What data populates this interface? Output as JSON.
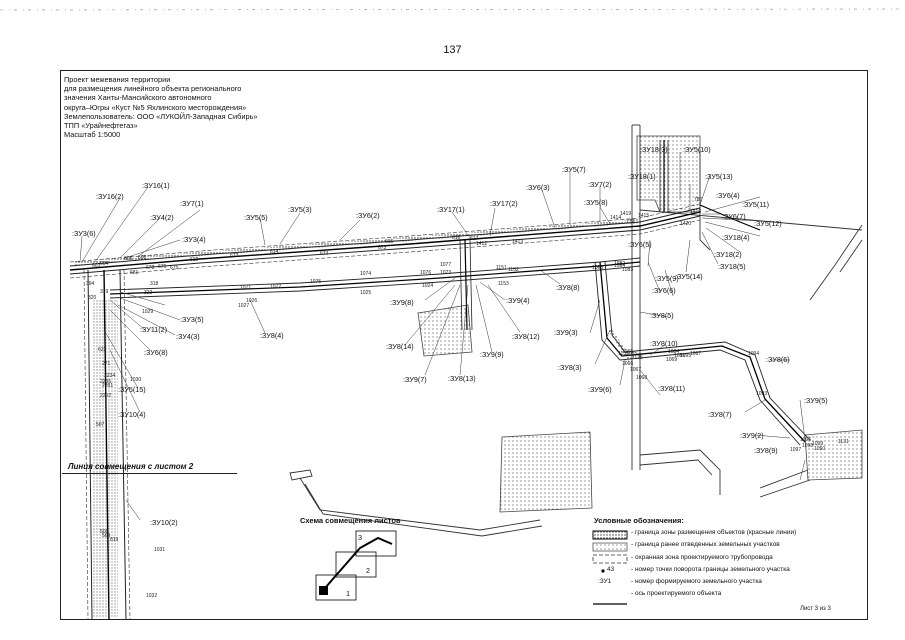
{
  "page_number": "137",
  "title_lines": [
    "Проект межевания территории",
    "для размещения линейного объекта регионального",
    "значения Ханты-Мансийского автономного",
    "округа–Югры «Куст №5 Яхлинского месторождения»",
    "Землепользователь: ООО «ЛУКОЙЛ-Западная Сибирь»",
    "ТПП «Урайнефтегаз»",
    "Масштаб 1:5000"
  ],
  "parcel_labels": [
    ":ЗУ16(1)",
    ":ЗУ16(2)",
    ":ЗУ3(6)",
    ":ЗУ4(2)",
    ":ЗУ7(1)",
    ":ЗУ3(4)",
    ":ЗУ5(5)",
    ":ЗУ5(3)",
    ":ЗУ6(2)",
    ":ЗУ17(1)",
    ":ЗУ17(2)",
    ":ЗУ6(3)",
    ":ЗУ5(7)",
    ":ЗУ7(2)",
    ":ЗУ5(8)",
    ":ЗУ18(3)",
    ":ЗУ18(1)",
    ":ЗУ5(10)",
    ":ЗУ5(13)",
    ":ЗУ6(4)",
    ":ЗУ5(11)",
    ":ЗУ6(7)",
    ":ЗУ5(12)",
    ":ЗУ18(4)",
    ":ЗУ18(2)",
    ":ЗУ18(5)",
    ":ЗУ5(14)",
    ":ЗУ6(5)",
    ":ЗУ6(6)",
    ":ЗУ5(9)",
    ":ЗУ8(8)",
    ":ЗУ9(4)",
    ":ЗУ8(12)",
    ":ЗУ9(3)",
    ":ЗУ8(5)",
    ":ЗУ8(3)",
    ":ЗУ9(6)",
    ":ЗУ8(10)",
    ":ЗУ8(11)",
    ":ЗУ8(6)",
    ":ЗУ8(7)",
    ":ЗУ9(2)",
    ":ЗУ9(5)",
    ":ЗУ8(9)",
    ":ЗУ9(8)",
    ":ЗУ8(14)",
    ":ЗУ9(7)",
    ":ЗУ8(13)",
    ":ЗУ9(9)",
    ":ЗУ8(4)",
    ":ЗУ3(5)",
    ":ЗУ4(3)",
    ":ЗУ11(2)",
    ":ЗУ6(8)",
    ":ЗУ5(15)",
    ":ЗУ10(4)",
    ":ЗУ10(2)"
  ],
  "point_numbers": [
    "603",
    "604",
    "605",
    "606",
    "678",
    "676",
    "675",
    "681",
    "612",
    "613",
    "614",
    "615",
    "673",
    "674",
    "616",
    "617",
    "1412",
    "1413",
    "1414",
    "1415",
    "1416",
    "1419",
    "1420",
    "779",
    "780",
    "1074",
    "1076",
    "1073",
    "1077",
    "1071",
    "1072",
    "1075",
    "1024",
    "1025",
    "1026",
    "1027",
    "1029",
    "1030",
    "1031",
    "1032",
    "1050",
    "1063",
    "1064",
    "1065",
    "1066",
    "1067",
    "1068",
    "1069",
    "1082",
    "1083",
    "1084",
    "1085",
    "1086",
    "1087",
    "1093",
    "1094",
    "1095",
    "1096",
    "1097",
    "1098",
    "1099",
    "1131",
    "1135",
    "1136",
    "1151",
    "1152",
    "1153",
    "318",
    "319",
    "320",
    "322",
    "394",
    "507",
    "508",
    "509",
    "819",
    "622",
    "271",
    "2234",
    "2235",
    "2201",
    "2202"
  ],
  "combination_line": "Линия совмещения с листом 2",
  "scheme": {
    "title": "Схема совмещения листов",
    "sheets": [
      "1",
      "2",
      "3"
    ]
  },
  "legend": {
    "title": "Условные обозначения:",
    "items": [
      {
        "symbol": "hatched-box",
        "text": "- граница зоны размещения объектов (красные линии)"
      },
      {
        "symbol": "dotted-box",
        "text": "- граница ранее отведенных земельных участков"
      },
      {
        "symbol": "dashed-box",
        "text": "- охранная зона проектируемого трубопровода"
      },
      {
        "symbol": "point",
        "sample": "43",
        "text": "- номер точки поворота границы земельного участка"
      },
      {
        "symbol": "parcel-code",
        "sample": ":ЗУ1",
        "text": "- номер формируемого земельного участка"
      },
      {
        "symbol": "line",
        "text": "- ось проектируемого объекта"
      }
    ]
  },
  "sheet_info": "Лист 3 из 3"
}
